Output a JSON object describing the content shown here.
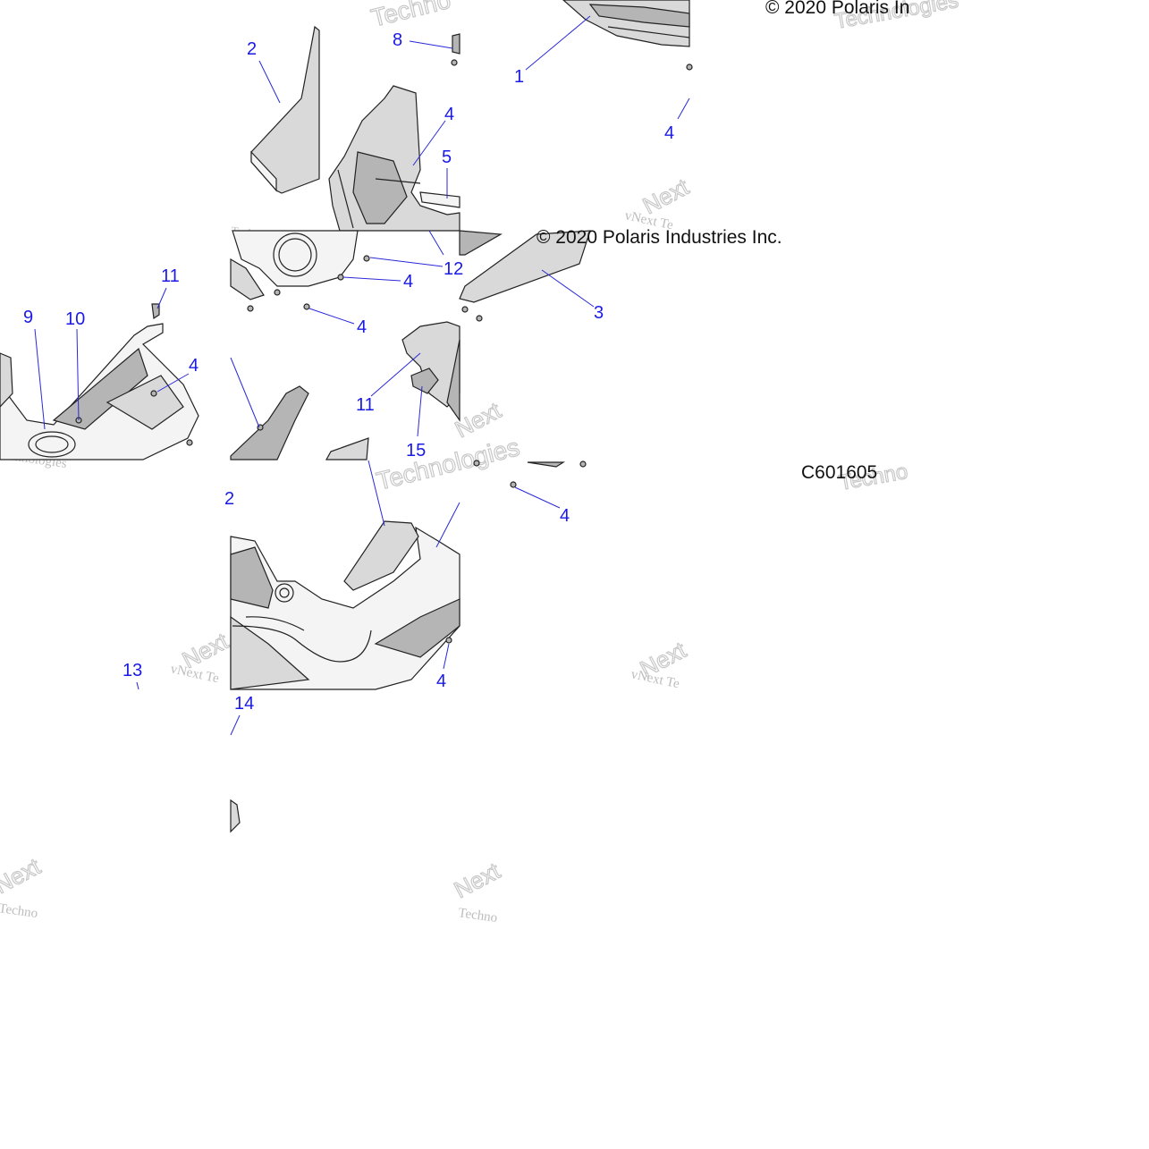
{
  "diagram": {
    "copyright": "© 2020 Polaris In",
    "copyright_lower": "© 2020 Polaris Industries Inc.",
    "figure_code": "C601605",
    "watermarks": {
      "vnext": "vNext Te",
      "vnext_full": "vNext Technologies",
      "techno": "Technologies",
      "next": "Next",
      "techno_short": "Techno"
    },
    "callouts": [
      {
        "id": "c-2",
        "text": "2"
      },
      {
        "id": "c-8",
        "text": "8"
      },
      {
        "id": "c-1",
        "text": "1"
      },
      {
        "id": "c-4a",
        "text": "4"
      },
      {
        "id": "c-4b",
        "text": "4"
      },
      {
        "id": "c-5",
        "text": "5"
      },
      {
        "id": "c-11a",
        "text": "11"
      },
      {
        "id": "c-9",
        "text": "9"
      },
      {
        "id": "c-10",
        "text": "10"
      },
      {
        "id": "c-4c",
        "text": "4"
      },
      {
        "id": "c-12",
        "text": "12"
      },
      {
        "id": "c-4d",
        "text": "4"
      },
      {
        "id": "c-4e",
        "text": "4"
      },
      {
        "id": "c-3",
        "text": "3"
      },
      {
        "id": "c-11b",
        "text": "11"
      },
      {
        "id": "c-15",
        "text": "15"
      },
      {
        "id": "c-4f",
        "text": "4"
      },
      {
        "id": "c-2b",
        "text": "2"
      },
      {
        "id": "c-13",
        "text": "13"
      },
      {
        "id": "c-14",
        "text": "14"
      },
      {
        "id": "c-4g",
        "text": "4"
      }
    ]
  }
}
